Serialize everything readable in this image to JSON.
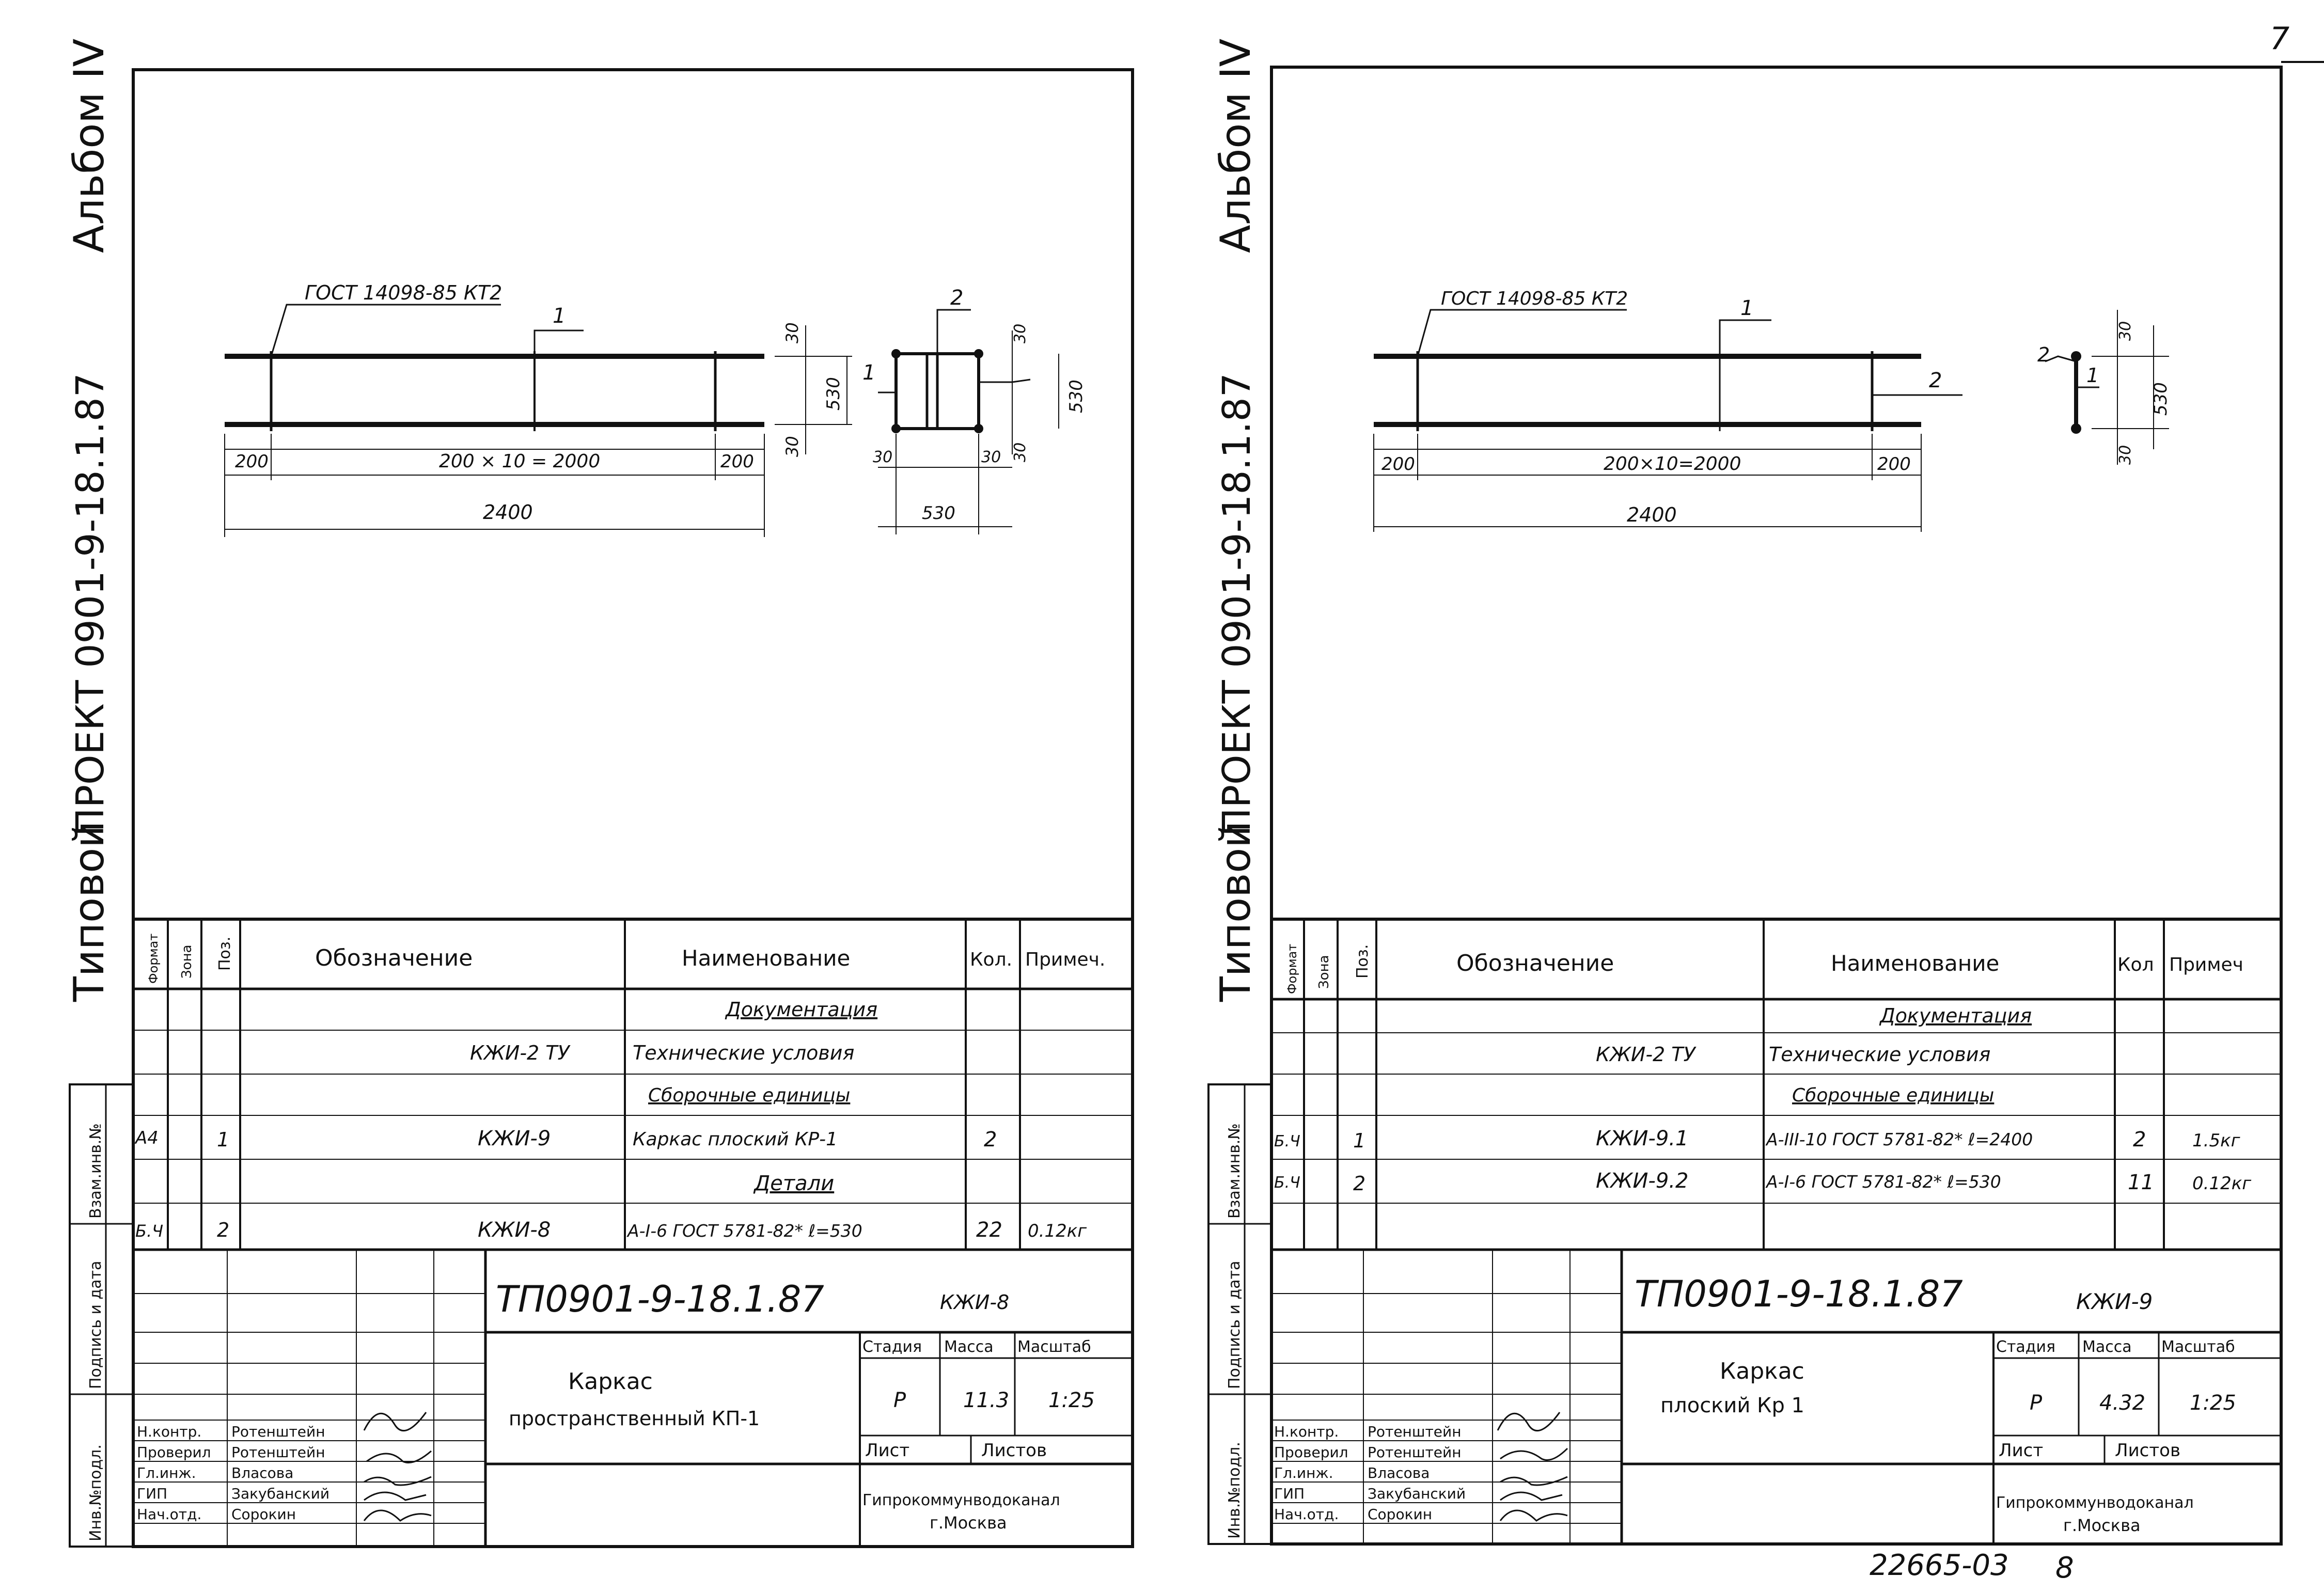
{
  "page_number": "7",
  "bottom_stamp": "22665-03",
  "bottom_sheet": "8",
  "sheets": [
    {
      "side_album": "Альбом IV",
      "side_project": "ПРОЕКТ 0901-9-18.1.87",
      "side_type": "Типовой",
      "side_stamps": [
        "Инв.№подл.",
        "Подпись и дата",
        "Взам.инв.№"
      ],
      "drawing": {
        "gost_label": "ГОСТ 14098-85 КТ2",
        "pos1": "1",
        "pos1b": "1",
        "pos2": "2",
        "dim_left": "200",
        "dim_mid": "200 × 10 = 2000",
        "dim_right": "200",
        "dim_total": "2400",
        "dim_30a": "30",
        "dim_530": "530",
        "dim_30b": "30",
        "sec_30a": "30",
        "sec_530v": "530",
        "sec_30l": "30",
        "sec_30r": "30",
        "sec_30b": "30",
        "sec_530h": "530"
      },
      "spec": {
        "headers": [
          "Формат",
          "Зона",
          "Поз.",
          "Обозначение",
          "Наименование",
          "Кол.",
          "Примеч."
        ],
        "rows": [
          {
            "fmt": "",
            "zone": "",
            "pos": "",
            "des": "",
            "name": "Документация",
            "qty": "",
            "note": "",
            "section": true
          },
          {
            "fmt": "",
            "zone": "",
            "pos": "",
            "des": "КЖИ-2 ТУ",
            "name": "Технические условия",
            "qty": "",
            "note": "",
            "section": false
          },
          {
            "fmt": "",
            "zone": "",
            "pos": "",
            "des": "",
            "name": "Сборочные единицы",
            "qty": "",
            "note": "",
            "section": true
          },
          {
            "fmt": "А4",
            "zone": "",
            "pos": "1",
            "des": "КЖИ-9",
            "name": "Каркас плоский   КР-1",
            "qty": "2",
            "note": "",
            "section": false
          },
          {
            "fmt": "",
            "zone": "",
            "pos": "",
            "des": "",
            "name": "Детали",
            "qty": "",
            "note": "",
            "section": true
          },
          {
            "fmt": "Б.Ч",
            "zone": "",
            "pos": "2",
            "des": "КЖИ-8",
            "name": "А-I-6 ГОСТ 5781-82* ℓ=530",
            "qty": "22",
            "note": "0.12кг",
            "section": false
          }
        ]
      },
      "title_block": {
        "code": "ТП0901-9-18.1.87",
        "doc_code": "КЖИ-8",
        "name_line1": "Каркас",
        "name_line2": "пространственный   КП-1",
        "stage_label": "Стадия",
        "mass_label": "Масса",
        "scale_label": "Масштаб",
        "stage": "Р",
        "mass": "11.3",
        "scale": "1:25",
        "sheet_label": "Лист",
        "sheets_label": "Листов",
        "org1": "Гипрокоммунводоканал",
        "org2": "г.Москва",
        "people": [
          {
            "role": "Н.контр.",
            "name": "Ротенштейн"
          },
          {
            "role": "Проверил",
            "name": "Ротенштейн"
          },
          {
            "role": "Гл.инж.",
            "name": "Власова"
          },
          {
            "role": "ГИП",
            "name": "Закубанский"
          },
          {
            "role": "Нач.отд.",
            "name": "Сорокин"
          }
        ]
      }
    },
    {
      "side_album": "Альбом IV",
      "side_project": "ПРОЕКТ 0901-9-18.1.87",
      "side_type": "Типовой",
      "side_stamps": [
        "Инв.№подл.",
        "Подпись и дата",
        "Взам.инв.№"
      ],
      "drawing": {
        "gost_label": "ГОСТ 14098-85 КТ2",
        "pos1": "1",
        "pos2": "2",
        "pos1s": "1",
        "pos2s": "2",
        "dim_left": "200",
        "dim_mid": "200×10=2000",
        "dim_right": "200",
        "dim_total": "2400",
        "sec_30a": "30",
        "sec_530": "530",
        "sec_30b": "30"
      },
      "spec": {
        "headers": [
          "Формат",
          "Зона",
          "Поз.",
          "Обозначение",
          "Наименование",
          "Кол",
          "Примеч"
        ],
        "rows": [
          {
            "fmt": "",
            "zone": "",
            "pos": "",
            "des": "",
            "name": "Документация",
            "qty": "",
            "note": "",
            "section": true
          },
          {
            "fmt": "",
            "zone": "",
            "pos": "",
            "des": "КЖИ-2 ТУ",
            "name": "Технические условия",
            "qty": "",
            "note": "",
            "section": false
          },
          {
            "fmt": "",
            "zone": "",
            "pos": "",
            "des": "",
            "name": "Сборочные единицы",
            "qty": "",
            "note": "",
            "section": true
          },
          {
            "fmt": "Б.Ч",
            "zone": "",
            "pos": "1",
            "des": "КЖИ-9.1",
            "name": "А-III-10 ГОСТ 5781-82* ℓ=2400",
            "qty": "2",
            "note": "1.5кг",
            "section": false
          },
          {
            "fmt": "Б.Ч",
            "zone": "",
            "pos": "2",
            "des": "КЖИ-9.2",
            "name": "А-I-6  ГОСТ 5781-82* ℓ=530",
            "qty": "11",
            "note": "0.12кг",
            "section": false
          },
          {
            "fmt": "",
            "zone": "",
            "pos": "",
            "des": "",
            "name": "",
            "qty": "",
            "note": "",
            "section": false
          }
        ]
      },
      "title_block": {
        "code": "ТП0901-9-18.1.87",
        "doc_code": "КЖИ-9",
        "name_line1": "Каркас",
        "name_line2": "плоский   Кр 1",
        "stage_label": "Стадия",
        "mass_label": "Масса",
        "scale_label": "Масштаб",
        "stage": "Р",
        "mass": "4.32",
        "scale": "1:25",
        "sheet_label": "Лист",
        "sheets_label": "Листов",
        "org1": "Гипрокоммунводоканал",
        "org2": "г.Москва",
        "people": [
          {
            "role": "Н.контр.",
            "name": "Ротенштейн"
          },
          {
            "role": "Проверил",
            "name": "Ротенштейн"
          },
          {
            "role": "Гл.инж.",
            "name": "Власова"
          },
          {
            "role": "ГИП",
            "name": "Закубанский"
          },
          {
            "role": "Нач.отд.",
            "name": "Сорокин"
          }
        ]
      }
    }
  ]
}
